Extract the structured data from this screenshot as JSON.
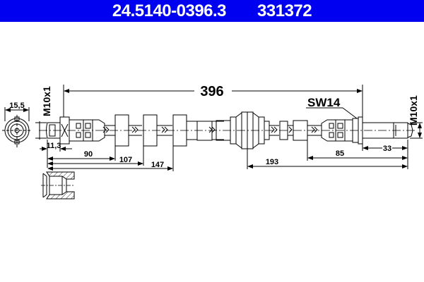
{
  "header": {
    "part_number": "24.5140-0396.3",
    "ref_number": "331372",
    "background_color": "#0000f0"
  },
  "drawing": {
    "overall_length": "396",
    "wrench_size": "SW14",
    "thread_left": "M10x1",
    "thread_right": "M10x1",
    "end_view_width": "15,5",
    "left_fitting_length": "11,3",
    "dims_left": [
      "90",
      "107",
      "147"
    ],
    "dims_right": [
      "33",
      "85",
      "193"
    ]
  }
}
